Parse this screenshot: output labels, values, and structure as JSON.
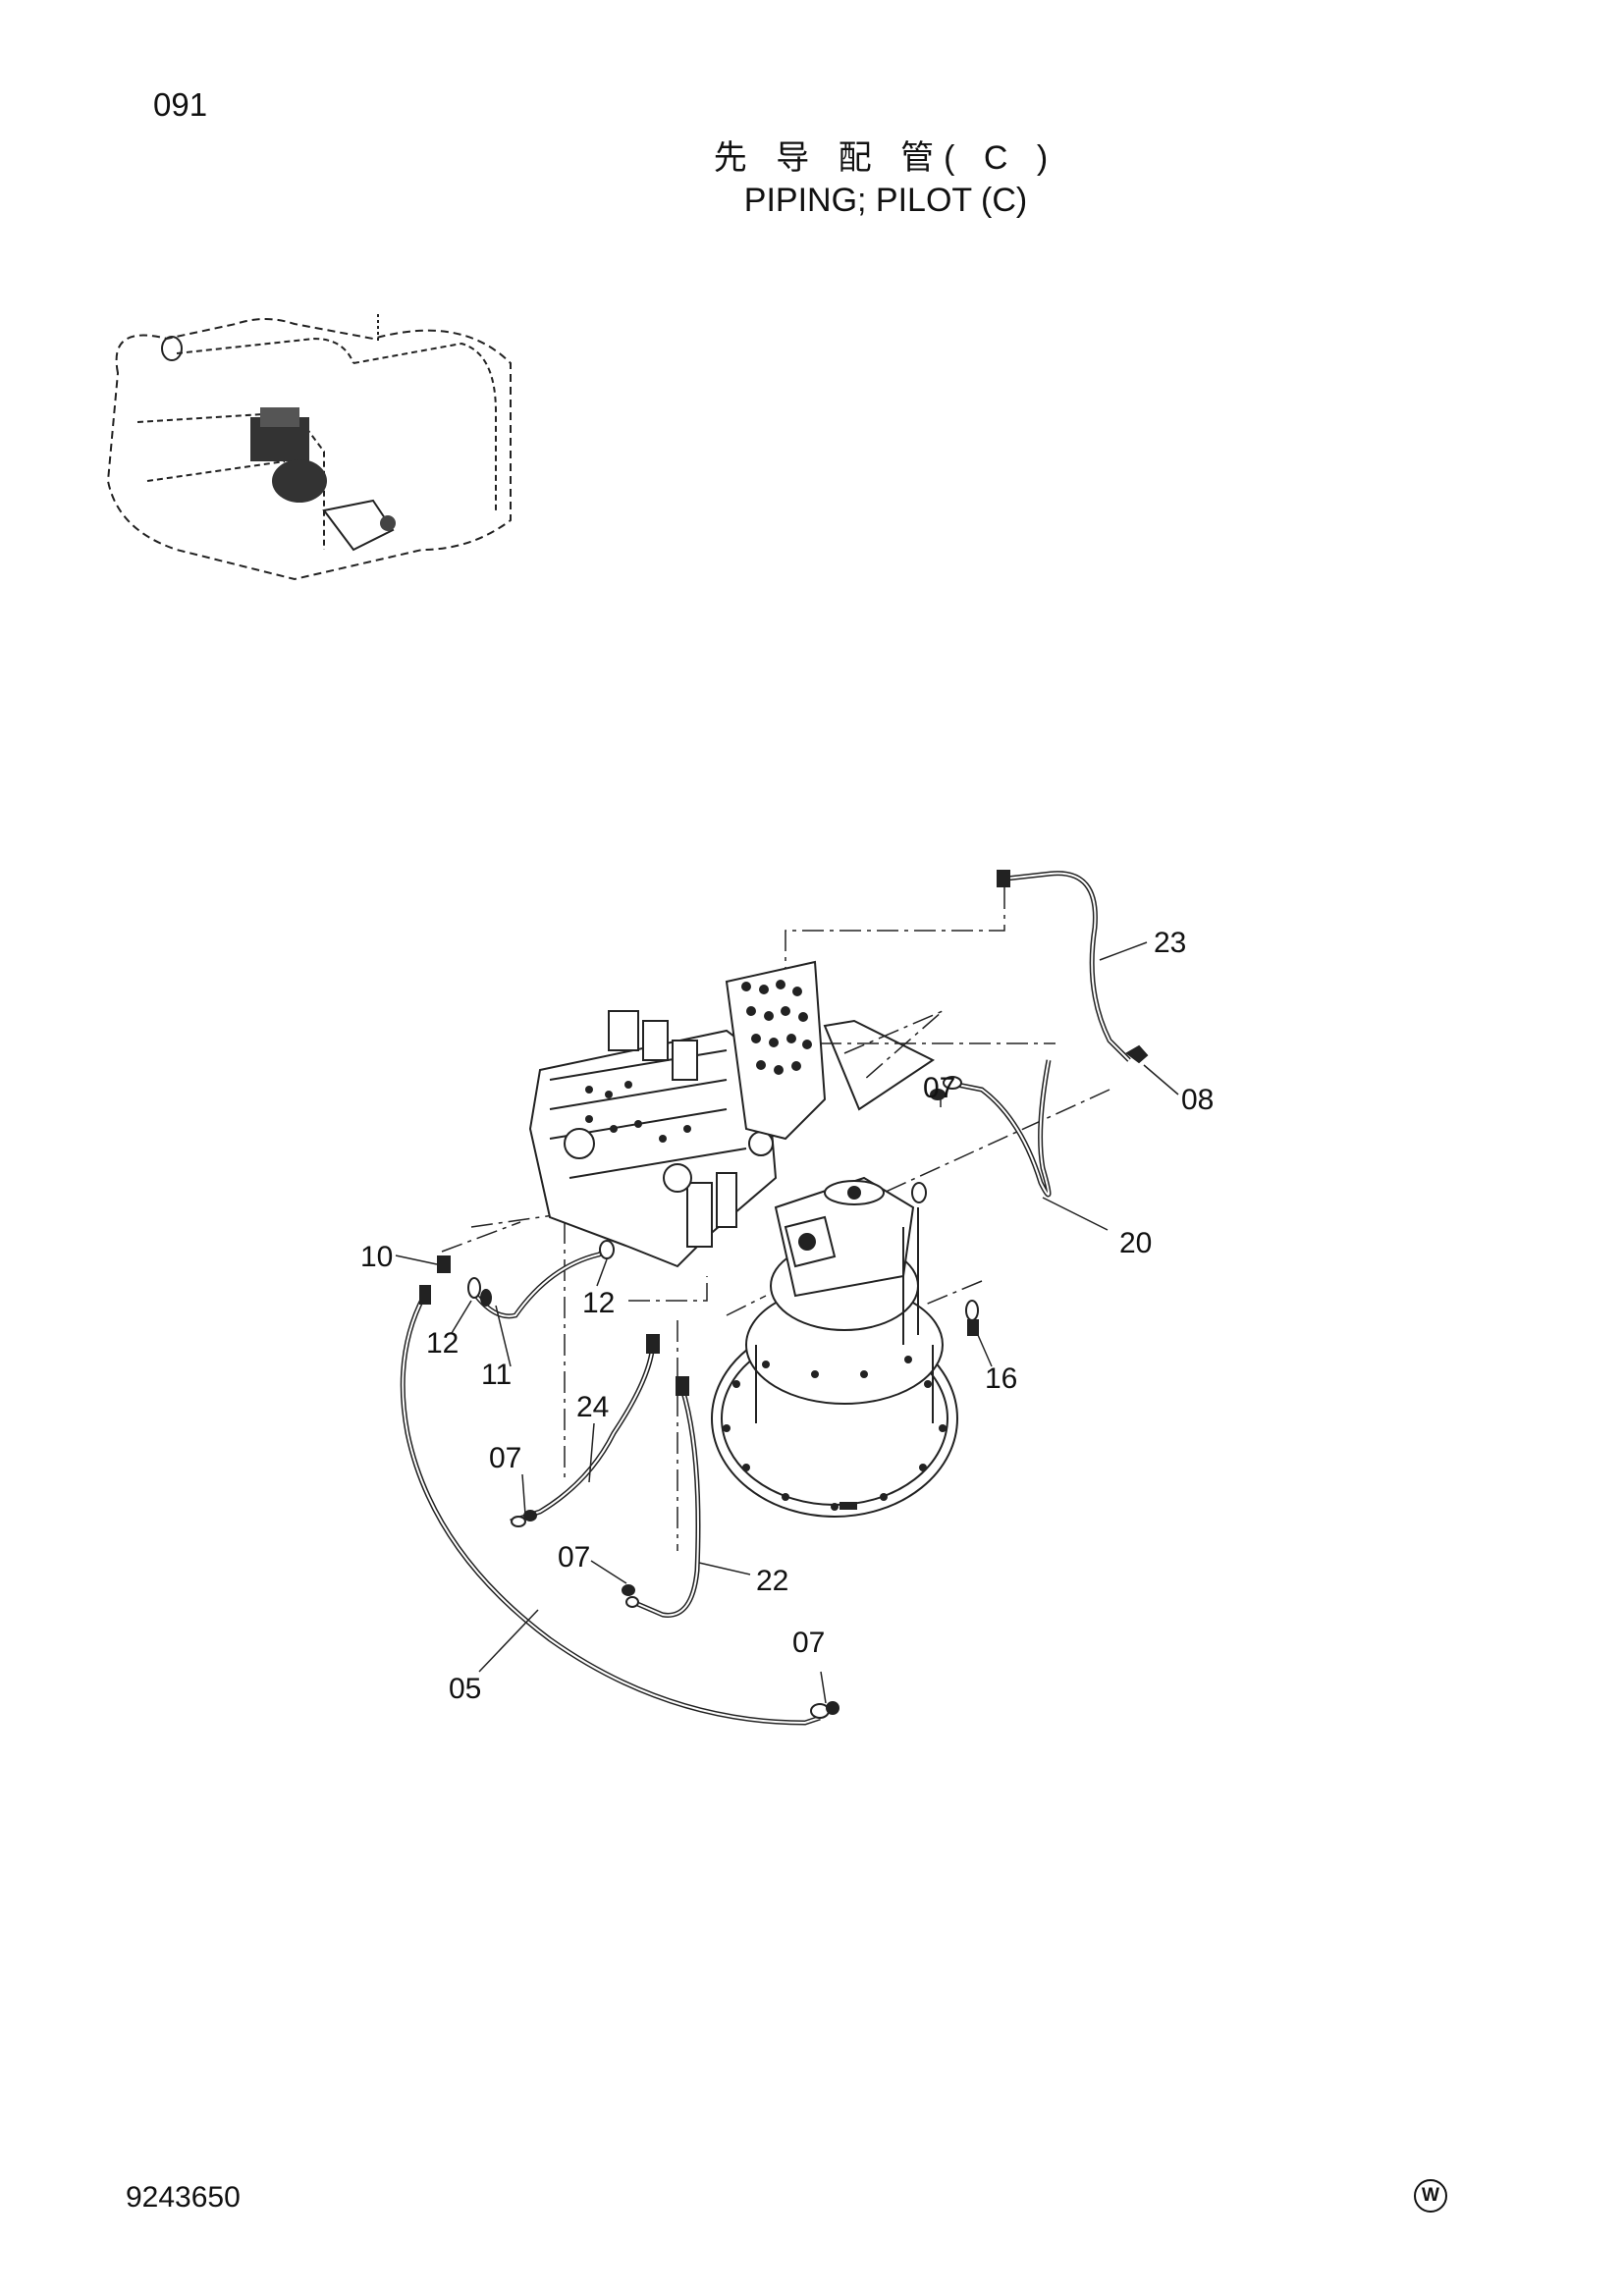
{
  "header": {
    "page_number": "091",
    "title_cn": "先 导 配 管( C )",
    "title_en": "PIPING; PILOT (C)"
  },
  "footer": {
    "document_number": "9243650",
    "mark": "W"
  },
  "callouts": [
    "23",
    "08",
    "07",
    "20",
    "10",
    "12",
    "12",
    "11",
    "16",
    "24",
    "07",
    "07",
    "22",
    "07",
    "05"
  ]
}
